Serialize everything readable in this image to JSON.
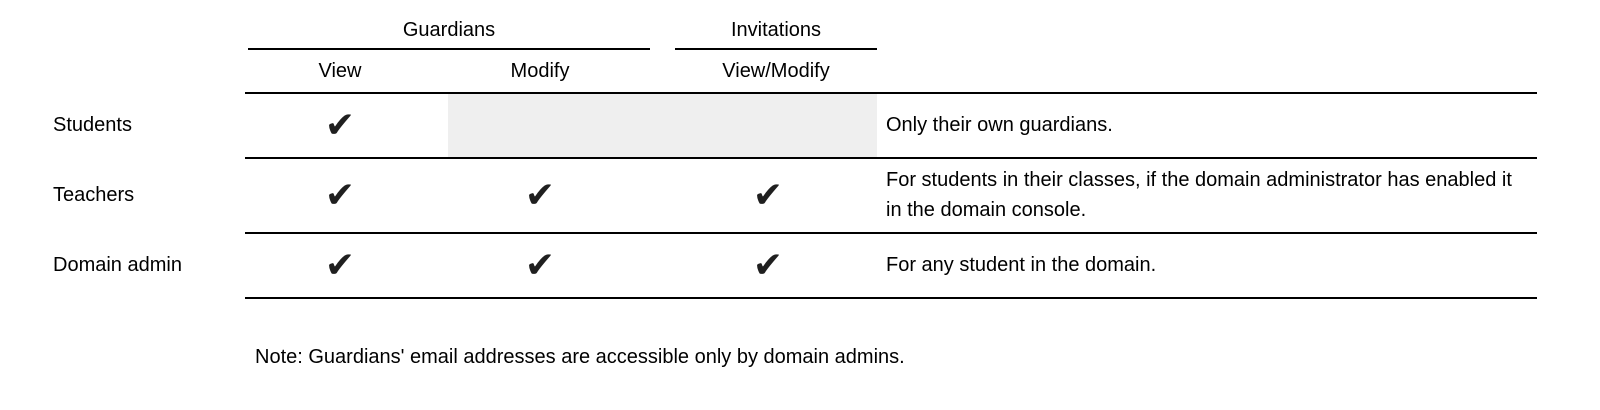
{
  "colors": {
    "background": "#ffffff",
    "text": "#000000",
    "line": "#000000",
    "check": "#1f1f1f",
    "disabled_cell": "#efefef"
  },
  "table": {
    "groups": [
      {
        "label": "Guardians"
      },
      {
        "label": "Invitations"
      }
    ],
    "subheaders": {
      "view": "View",
      "modify": "Modify",
      "view_modify": "View/Modify"
    },
    "check_glyph": "✔",
    "rows": [
      {
        "role": "Students",
        "permissions": {
          "view": true,
          "modify": false,
          "view_modify": false
        },
        "note": "Only their own guardians."
      },
      {
        "role": "Teachers",
        "permissions": {
          "view": true,
          "modify": true,
          "view_modify": true
        },
        "note": "For students in their classes, if the domain administrator has enabled it in the domain console."
      },
      {
        "role": "Domain admin",
        "permissions": {
          "view": true,
          "modify": true,
          "view_modify": true
        },
        "note": "For any student in the domain."
      }
    ]
  },
  "footnote": "Note: Guardians' email addresses are accessible only by domain admins."
}
